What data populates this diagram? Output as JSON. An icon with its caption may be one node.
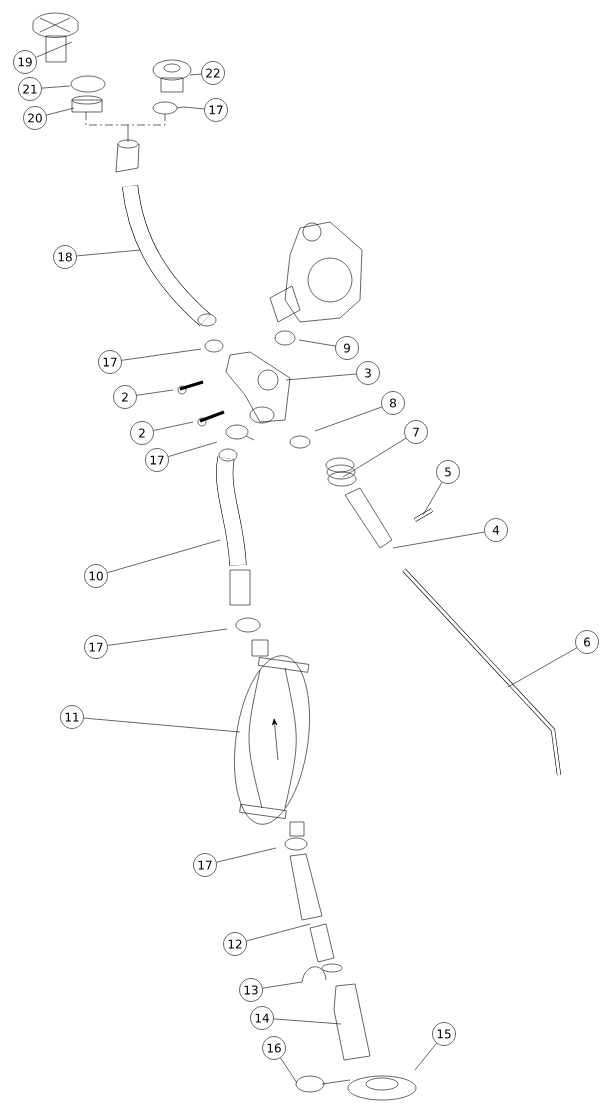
{
  "diagram": {
    "nodes": [
      {
        "text": [
          "19"
        ]
      },
      {
        "text": [
          "22"
        ]
      },
      {
        "text": [
          "21"
        ]
      },
      {
        "text": [
          "17"
        ]
      },
      {
        "text": [
          "20"
        ]
      },
      {
        "text": [
          "18"
        ]
      },
      {
        "text": [
          "17"
        ]
      },
      {
        "text": [
          "9"
        ]
      },
      {
        "text": [
          "3"
        ]
      },
      {
        "text": [
          "2"
        ]
      },
      {
        "text": [
          "8"
        ]
      },
      {
        "text": [
          "2"
        ]
      },
      {
        "text": [
          "7"
        ]
      },
      {
        "text": [
          "17"
        ]
      },
      {
        "text": [
          "5"
        ]
      },
      {
        "text": [
          "4"
        ]
      },
      {
        "text": [
          "10"
        ]
      },
      {
        "text": [
          "17"
        ]
      },
      {
        "text": [
          "6"
        ]
      },
      {
        "text": [
          "11"
        ]
      },
      {
        "text": [
          "17"
        ]
      },
      {
        "text": [
          "12"
        ]
      },
      {
        "text": [
          "13"
        ]
      },
      {
        "text": [
          "14"
        ]
      },
      {
        "text": [
          "15"
        ]
      },
      {
        "text": [
          "16"
        ]
      }
    ],
    "edges": [
      {
        "from": 0,
        "to": null,
        "arrow": "none"
      },
      {
        "from": 1,
        "to": null,
        "arrow": "none"
      },
      {
        "from": 2,
        "to": null,
        "arrow": "none"
      },
      {
        "from": 3,
        "to": null,
        "arrow": "none"
      },
      {
        "from": 4,
        "to": null,
        "arrow": "none"
      },
      {
        "from": 5,
        "to": null,
        "arrow": "none"
      },
      {
        "from": 6,
        "to": null,
        "arrow": "none"
      },
      {
        "from": 7,
        "to": null,
        "arrow": "none"
      },
      {
        "from": 8,
        "to": null,
        "arrow": "none"
      },
      {
        "from": 9,
        "to": null,
        "arrow": "none"
      },
      {
        "from": 10,
        "to": null,
        "arrow": "none"
      },
      {
        "from": 11,
        "to": null,
        "arrow": "none"
      },
      {
        "from": 12,
        "to": null,
        "arrow": "none"
      },
      {
        "from": 13,
        "to": null,
        "arrow": "none"
      },
      {
        "from": 14,
        "to": null,
        "arrow": "none"
      },
      {
        "from": 15,
        "to": null,
        "arrow": "none"
      },
      {
        "from": 16,
        "to": null,
        "arrow": "none"
      },
      {
        "from": 17,
        "to": null,
        "arrow": "none"
      },
      {
        "from": 18,
        "to": null,
        "arrow": "none"
      },
      {
        "from": 19,
        "to": null,
        "arrow": "none"
      },
      {
        "from": 20,
        "to": null,
        "arrow": "none"
      },
      {
        "from": 21,
        "to": null,
        "arrow": "none"
      },
      {
        "from": 22,
        "to": null,
        "arrow": "none"
      },
      {
        "from": 23,
        "to": null,
        "arrow": "none"
      },
      {
        "from": 24,
        "to": null,
        "arrow": "none"
      },
      {
        "from": 25,
        "to": null,
        "arrow": "none"
      }
    ]
  }
}
